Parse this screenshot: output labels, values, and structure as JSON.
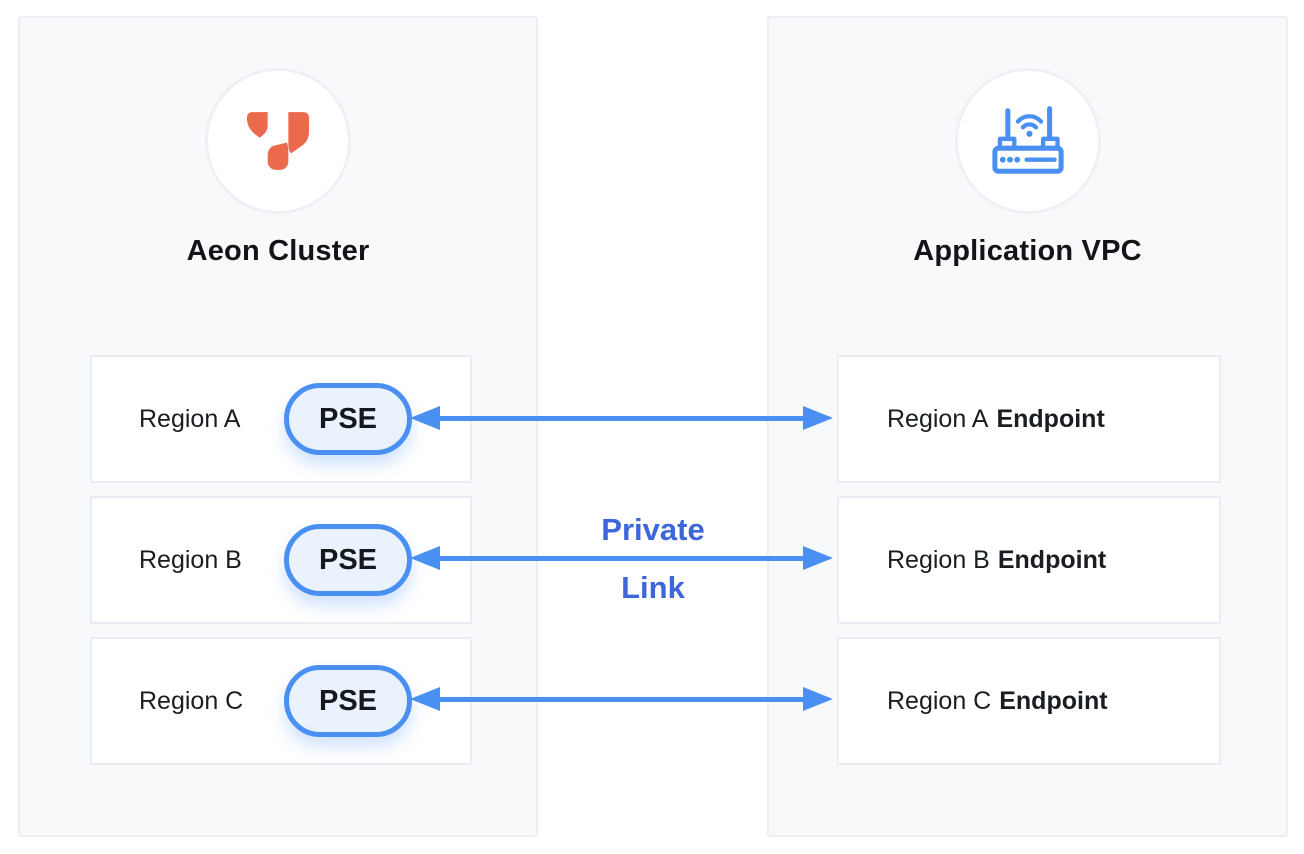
{
  "colors": {
    "accent_blue": "#4A90F2",
    "private_link_text": "#3C66D9",
    "logo_orange": "#EB6A4D",
    "panel_bg": "#F8F9FB",
    "panel_border": "#ECEEF3",
    "row_border": "#E9ECF2",
    "pill_bg": "#EAF2FD",
    "text_dark": "#1A1D21"
  },
  "left_panel": {
    "title": "Aeon Cluster",
    "icon": "aeon-logo-icon",
    "rows": [
      {
        "region": "Region A",
        "badge": "PSE"
      },
      {
        "region": "Region B",
        "badge": "PSE"
      },
      {
        "region": "Region C",
        "badge": "PSE"
      }
    ]
  },
  "right_panel": {
    "title": "Application VPC",
    "icon": "router-icon",
    "rows": [
      {
        "region": "Region A",
        "suffix": "Endpoint"
      },
      {
        "region": "Region B",
        "suffix": "Endpoint"
      },
      {
        "region": "Region C",
        "suffix": "Endpoint"
      }
    ]
  },
  "connector": {
    "label_line1": "Private",
    "label_line2": "Link",
    "arrow_count": 3,
    "arrow_style": "double-headed"
  }
}
